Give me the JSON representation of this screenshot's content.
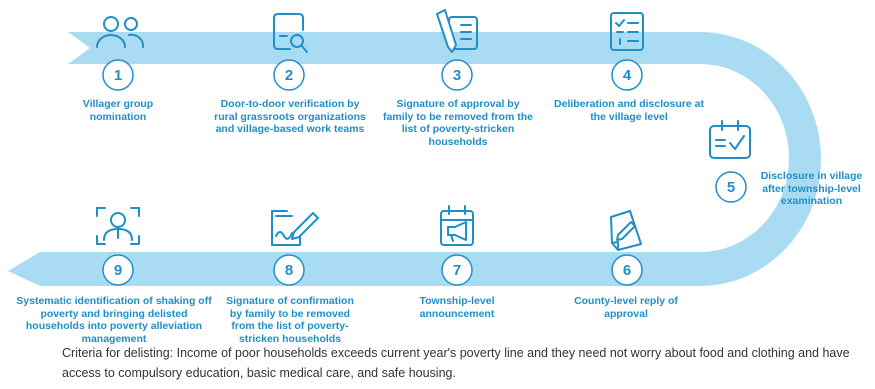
{
  "colors": {
    "band": "#a9dcf3",
    "accent": "#1f8fc7",
    "text": "#333333"
  },
  "steps": [
    {
      "number": "1",
      "label": "Villager group nomination",
      "icon": "people-icon"
    },
    {
      "number": "2",
      "label": "Door-to-door verification by rural grassroots organizations and village-based work teams",
      "icon": "document-search-icon"
    },
    {
      "number": "3",
      "label": "Signature of approval by family to be removed from the list of poverty-stricken households",
      "icon": "pen-list-icon"
    },
    {
      "number": "4",
      "label": "Deliberation and disclosure at the village level",
      "icon": "checklist-icon"
    },
    {
      "number": "5",
      "label": "Disclosure in village after township-level examination",
      "icon": "board-check-icon"
    },
    {
      "number": "6",
      "label": "County-level reply of approval",
      "icon": "document-pencil-icon"
    },
    {
      "number": "7",
      "label": "Township-level announcement",
      "icon": "calendar-megaphone-icon"
    },
    {
      "number": "8",
      "label": "Signature of confirmation by family to be removed from the list of poverty-stricken households",
      "icon": "signature-icon"
    },
    {
      "number": "9",
      "label": "Systematic identification of shaking off poverty and bringing delisted households into poverty alleviation management",
      "icon": "person-frame-icon"
    }
  ],
  "footnote": "Criteria for delisting: Income of poor households exceeds current year's poverty line and they need not worry about food and clothing and have access to compulsory education, basic medical care, and safe housing."
}
